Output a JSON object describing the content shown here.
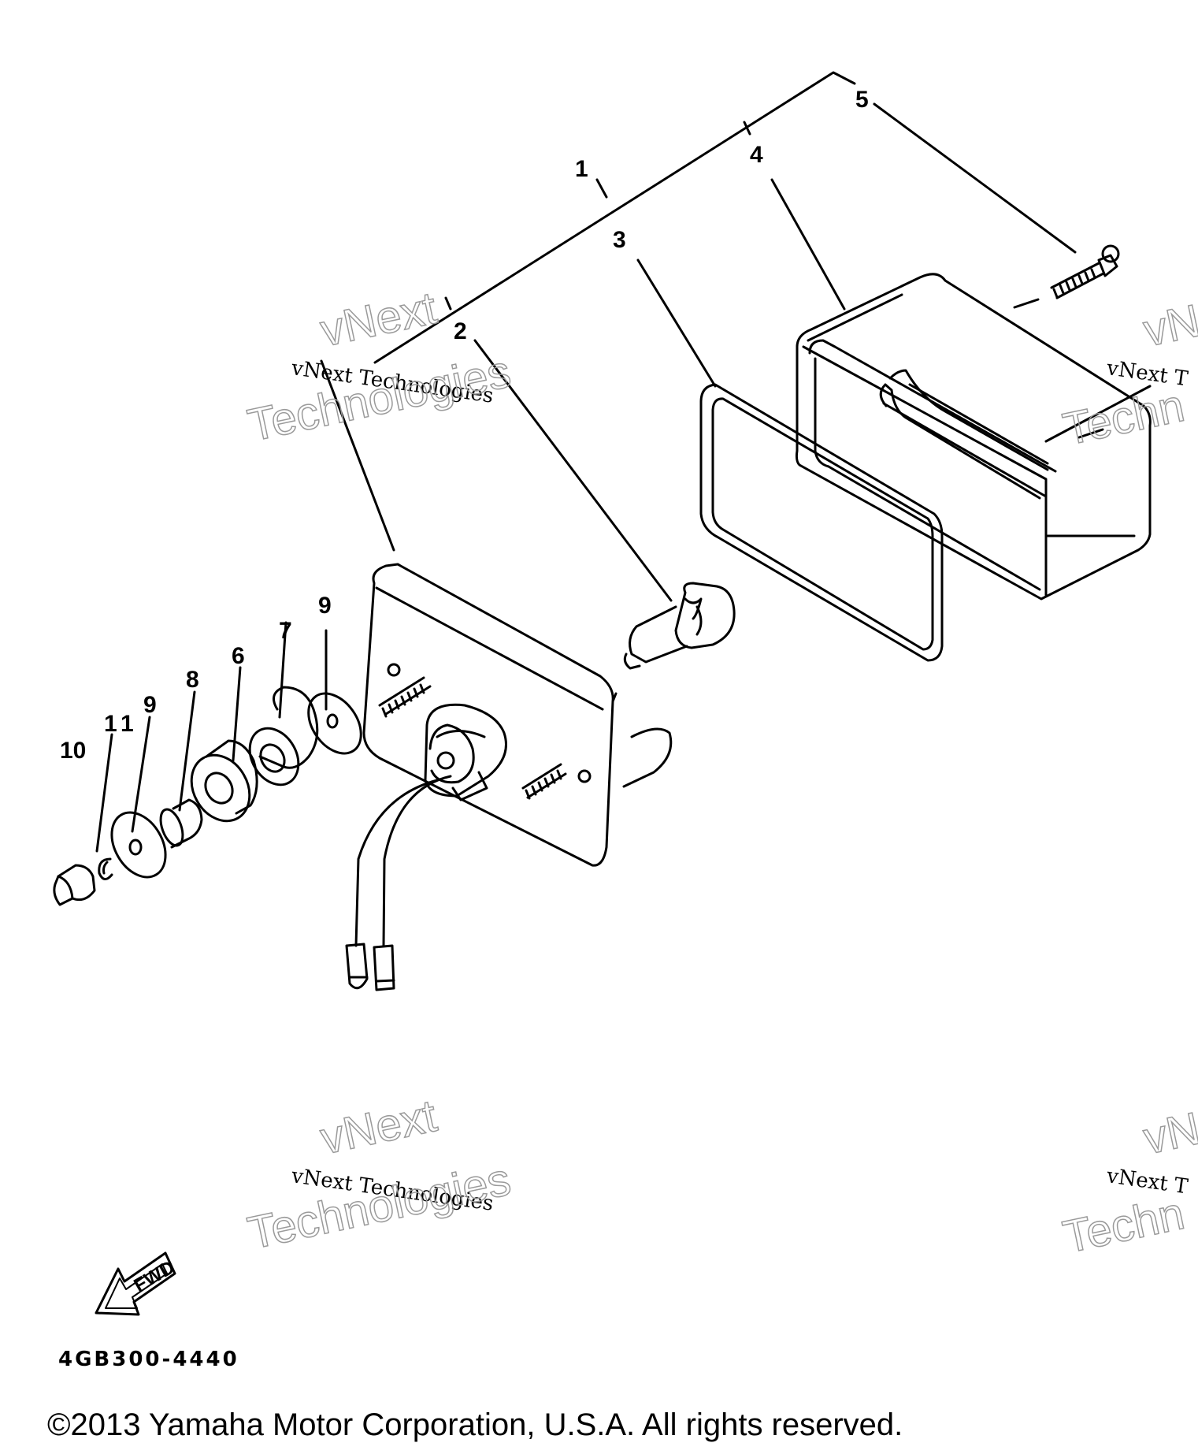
{
  "diagram": {
    "callouts": [
      {
        "id": "c1",
        "label": "1"
      },
      {
        "id": "c2",
        "label": "2"
      },
      {
        "id": "c3",
        "label": "3"
      },
      {
        "id": "c4",
        "label": "4"
      },
      {
        "id": "c5",
        "label": "5"
      },
      {
        "id": "c6",
        "label": "6"
      },
      {
        "id": "c7",
        "label": "7"
      },
      {
        "id": "c8",
        "label": "8"
      },
      {
        "id": "c9a",
        "label": "9"
      },
      {
        "id": "c9b",
        "label": "9"
      },
      {
        "id": "c10",
        "label": "10"
      },
      {
        "id": "c11",
        "label": "11"
      }
    ],
    "fwd_label": "FWD",
    "part_number": "4GB300-4440"
  },
  "watermark": {
    "line1": "vNext Technologies",
    "line2": "vNext",
    "line3": "Technologies",
    "partial1": "vNext T",
    "partial2": "vN",
    "partial3": "Techn"
  },
  "footer": {
    "copyright": "©2013 Yamaha Motor Corporation, U.S.A. All rights reserved."
  }
}
